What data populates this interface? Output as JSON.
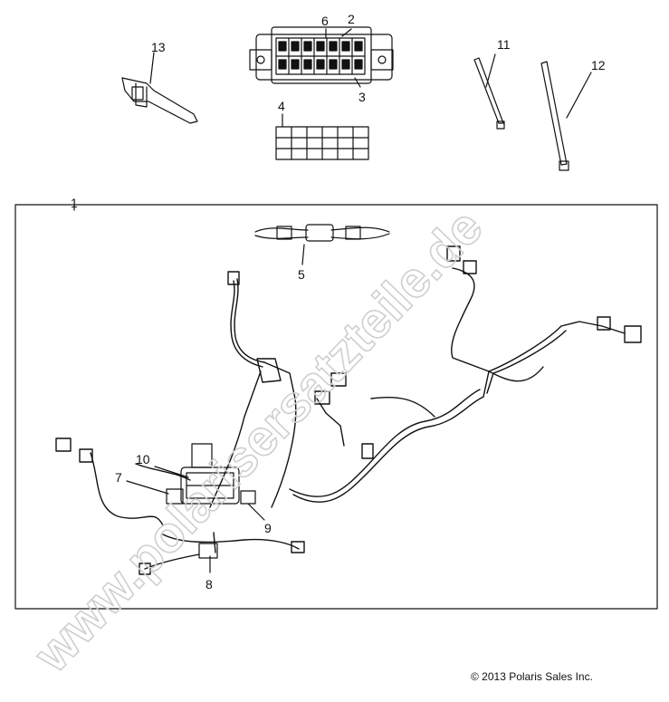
{
  "callouts": {
    "c1": "1",
    "c2": "2",
    "c3": "3",
    "c4": "4",
    "c5": "5",
    "c6": "6",
    "c7": "7",
    "c8": "8",
    "c9": "9",
    "c10": "10",
    "c11": "11",
    "c12": "12",
    "c13": "13"
  },
  "copyright": "© 2013 Polaris Sales Inc.",
  "watermark": "www.polarisersatzteile.de"
}
